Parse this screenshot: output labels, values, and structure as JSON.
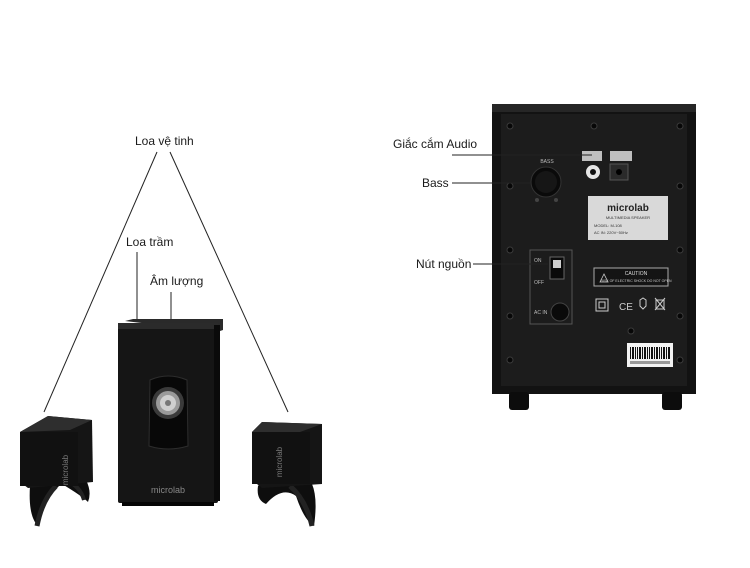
{
  "labels": {
    "satellite": "Loa vệ tinh",
    "subwoofer": "Loa trầm",
    "volume": "Âm lượng",
    "audio_jack": "Giắc cắm Audio",
    "bass": "Bass",
    "power_button": "Nút nguồn"
  },
  "branding": {
    "logo": "microlab"
  },
  "rear_panel": {
    "bass_knob_label": "BASS",
    "switch_on": "ON",
    "switch_off": "OFF",
    "ac_in": "AC IN",
    "plate_subtitle": "MULTIMEDIA SPEAKER",
    "plate_model": "MODEL: M-108",
    "plate_power": "AC IN: 220V~50Hz",
    "caution_title": "CAUTION",
    "caution_text": "RISK OF ELECTRIC SHOCK DO NOT OPEN"
  },
  "colors": {
    "cabinet": "#111111",
    "panel": "#1c1c1c",
    "plate": "#d9d9d9",
    "line": "#222222"
  }
}
